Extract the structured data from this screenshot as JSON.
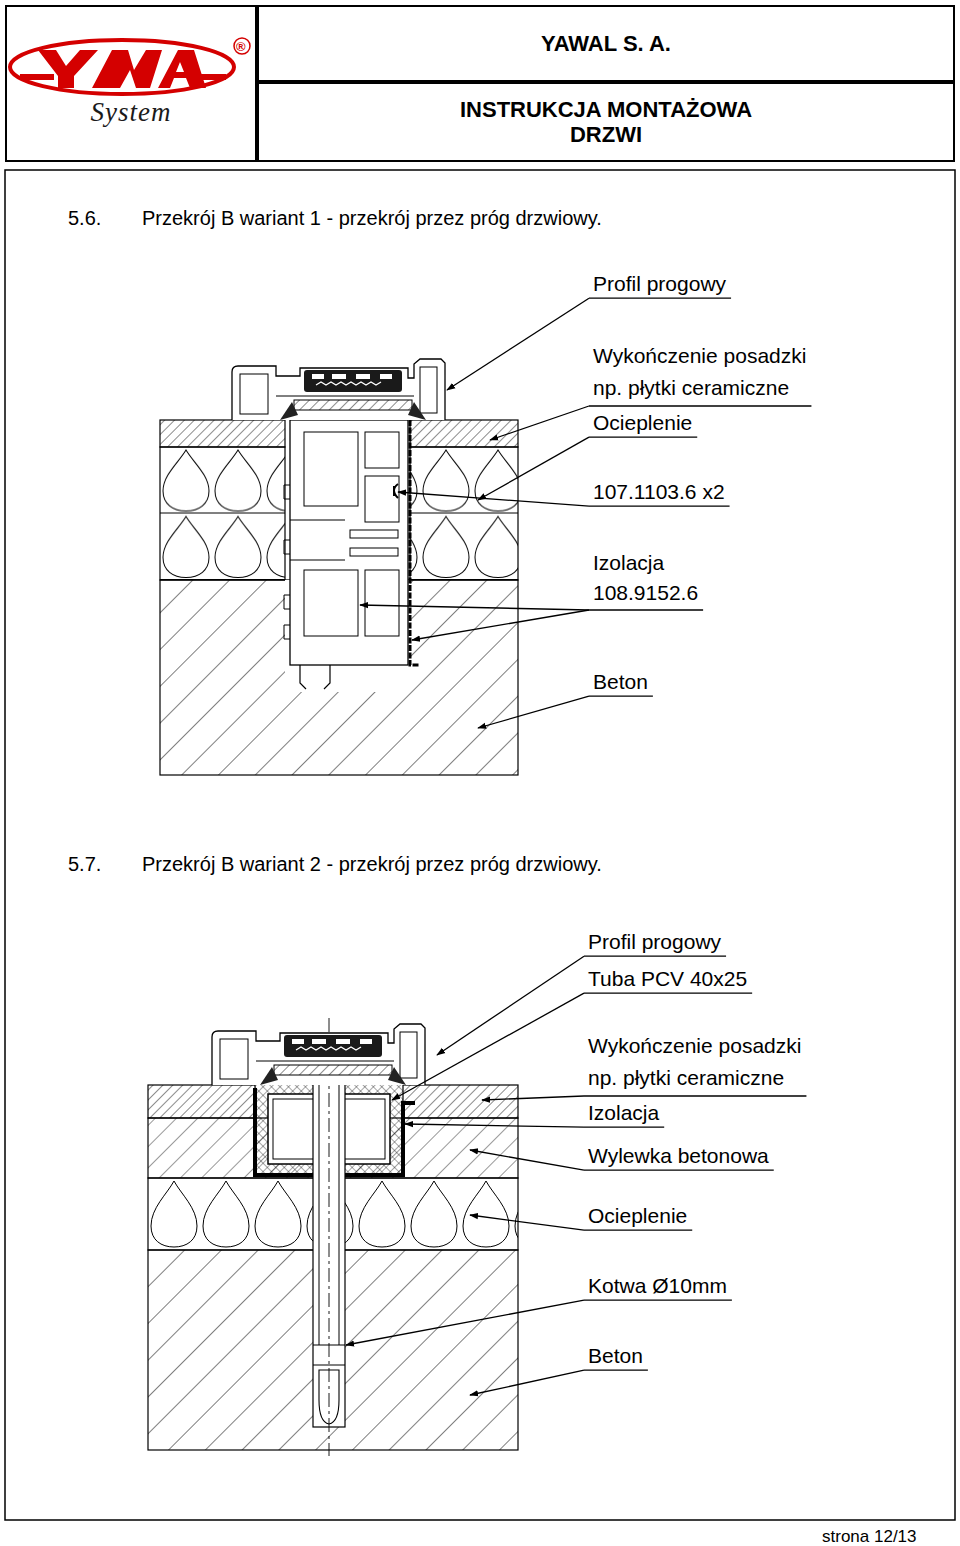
{
  "diagram": {
    "nodes": [
      {
        "text": [
          "System"
        ]
      },
      {
        "text": [
          "YAWAL S. A."
        ]
      },
      {
        "text": [
          "INSTRUKCJA MONTAŻOWA",
          "DRZWI"
        ]
      }
    ],
    "labels": [
      "5.6.",
      "Przekrój B wariant 1 - przekrój przez próg drzwiowy.",
      "Profil progowy",
      "Wykończenie posadzki np. płytki ceramiczne",
      "Ocieplenie",
      "107.1103.6 x2",
      "Izolacja 108.9152.6",
      "Beton",
      "5.7.",
      "Przekrój B wariant 2 - przekrój przez próg drzwiowy.",
      "Profil progowy",
      "Tuba PCV 40x25",
      "Wykończenie posadzki np. płytki ceramiczne",
      "Izolacja",
      "Wylewka betonowa",
      "Ocieplenie",
      "Kotwa Ø10mm",
      "Beton",
      "strona 12/13",
      "®"
    ]
  }
}
